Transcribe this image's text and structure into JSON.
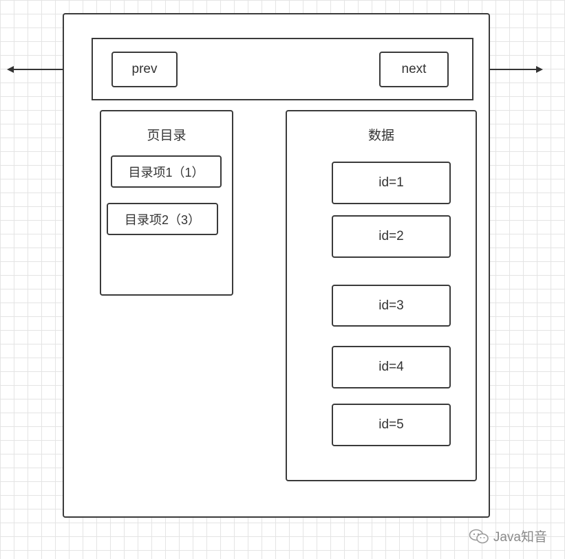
{
  "page": {
    "prev_label": "prev",
    "next_label": "next",
    "directory": {
      "title": "页目录",
      "items": [
        "目录项1（1）",
        "目录项2（3）"
      ]
    },
    "data": {
      "title": "数据",
      "records": [
        "id=1",
        "id=2",
        "id=3",
        "id=4",
        "id=5"
      ]
    }
  },
  "watermark": {
    "icon": "wechat-icon",
    "text": "Java知音"
  }
}
